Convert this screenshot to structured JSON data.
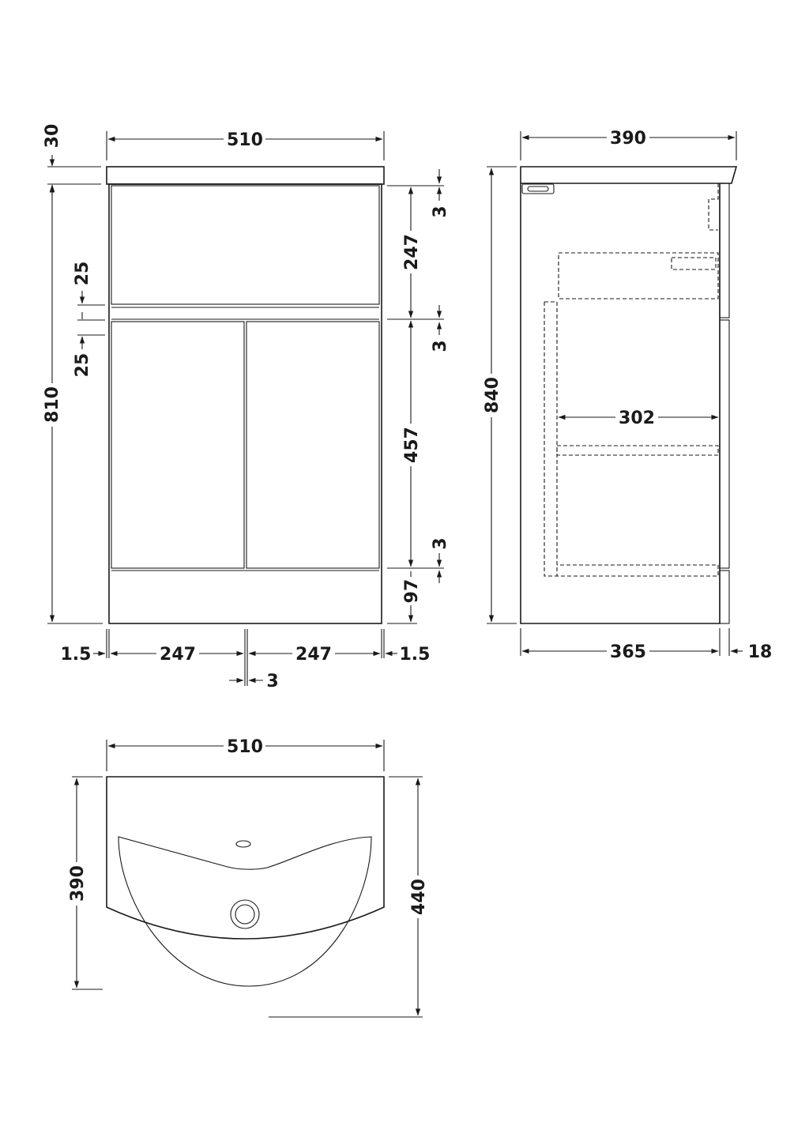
{
  "front_view": {
    "overall_width": "510",
    "worktop_thickness": "30",
    "overall_height": "810",
    "top_gap": "3",
    "top_panel_height": "247",
    "rail_upper": "25",
    "rail_lower": "25",
    "mid_gap": "3",
    "door_height": "457",
    "bottom_gap": "3",
    "plinth_height": "97",
    "side_gap_left": "1.5",
    "door_width_left": "247",
    "door_width_right": "247",
    "side_gap_right": "1.5",
    "center_gap": "3"
  },
  "side_view": {
    "top_depth": "390",
    "overall_height": "840",
    "internal_depth": "302",
    "carcass_depth": "365",
    "door_thickness": "18"
  },
  "plan_view": {
    "width": "510",
    "depth_edge": "390",
    "depth_center": "440"
  }
}
